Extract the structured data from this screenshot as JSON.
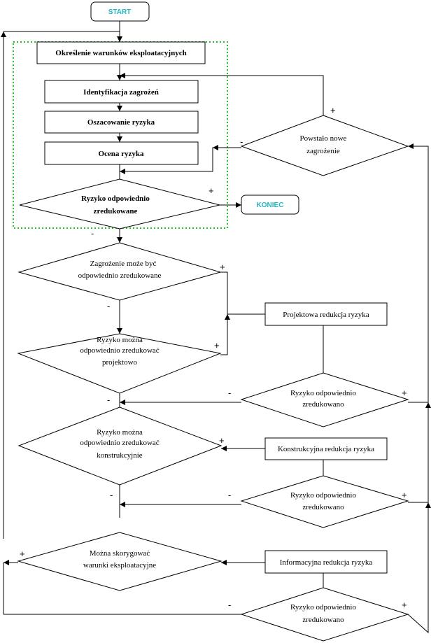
{
  "start": "START",
  "end": "KONIEC",
  "steps": {
    "conditions": "Określenie warunków eksploatacyjnych",
    "identification": "Identyfikacja zagrożeń",
    "estimation": "Oszacowanie ryzyka",
    "evaluation": "Ocena ryzyka",
    "design_reduction": "Projektowa redukcja ryzyka",
    "construction_reduction": "Konstrukcyjna redukcja ryzyka",
    "information_reduction": "Informacyjna redukcja ryzyka"
  },
  "decisions": {
    "risk_reduced_1": "Ryzyko odpowiednio",
    "risk_reduced_2": "zredukowane",
    "new_hazard_1": "Powstało nowe",
    "new_hazard_2": "zagrożenie",
    "hazard_reducible_1": "Zagrożenie może być",
    "hazard_reducible_2": "odpowiednio zredukowane",
    "design_1": "Ryzyko można",
    "design_2": "odpowiednio zredukować",
    "design_3": "projektowo",
    "construction_1": "Ryzyko można",
    "construction_2": "odpowiednio zredukować",
    "construction_3": "konstrukcyjnie",
    "conditions_fix_1": "Można skorygować",
    "conditions_fix_2": "warunki eksploatacyjne",
    "reduced_a_1": "Ryzyko odpowiednio",
    "reduced_a_2": "zredukowano",
    "reduced_b_1": "Ryzyko odpowiednio",
    "reduced_b_2": "zredukowano",
    "reduced_c_1": "Ryzyko odpowiednio",
    "reduced_c_2": "zredukowano"
  },
  "signs": {
    "plus": "+",
    "minus": "-"
  }
}
